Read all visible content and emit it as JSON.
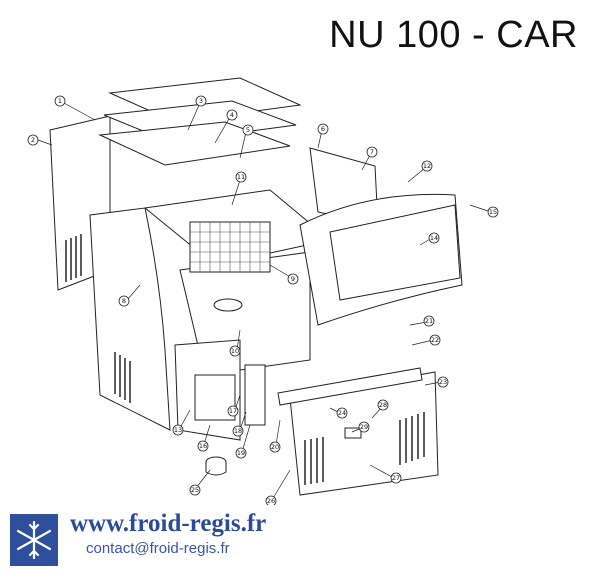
{
  "title": "NU 100 - CAR",
  "footer": {
    "website": "www.froid-regis.fr",
    "email": "contact@froid-regis.fr",
    "logo_icon": "snowflake-icon"
  },
  "callouts": [
    "1",
    "2",
    "3",
    "4",
    "5",
    "6",
    "7",
    "8",
    "9",
    "10",
    "11",
    "12",
    "13",
    "14",
    "15",
    "16",
    "17",
    "18",
    "19",
    "20",
    "21",
    "22",
    "23",
    "24",
    "25",
    "26",
    "27",
    "28",
    "29"
  ]
}
